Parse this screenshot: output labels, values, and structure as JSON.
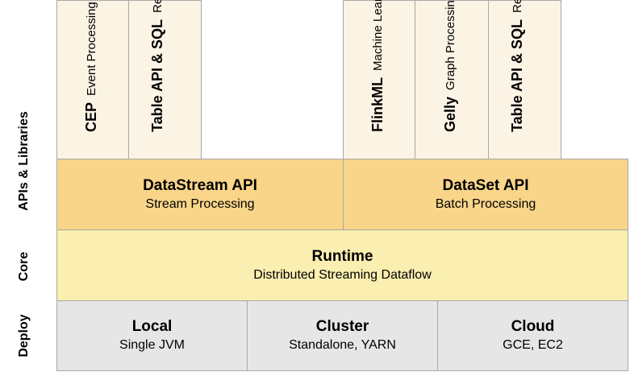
{
  "row_labels": {
    "apis": "APIs & Libraries",
    "core": "Core",
    "deploy": "Deploy"
  },
  "libraries_stream": [
    {
      "title": "CEP",
      "subtitle": "Event Processing"
    },
    {
      "title": "Table API & SQL",
      "subtitle": "Relational"
    }
  ],
  "libraries_batch": [
    {
      "title": "FlinkML",
      "subtitle": "Machine Learning"
    },
    {
      "title": "Gelly",
      "subtitle": "Graph Processing"
    },
    {
      "title": "Table API & SQL",
      "subtitle": "Relational"
    }
  ],
  "apis": {
    "datastream": {
      "title": "DataStream API",
      "subtitle": "Stream Processing"
    },
    "dataset": {
      "title": "DataSet API",
      "subtitle": "Batch Processing"
    }
  },
  "core": {
    "title": "Runtime",
    "subtitle": "Distributed Streaming Dataflow"
  },
  "deploy": [
    {
      "title": "Local",
      "subtitle": "Single JVM"
    },
    {
      "title": "Cluster",
      "subtitle": "Standalone, YARN"
    },
    {
      "title": "Cloud",
      "subtitle": "GCE, EC2"
    }
  ]
}
